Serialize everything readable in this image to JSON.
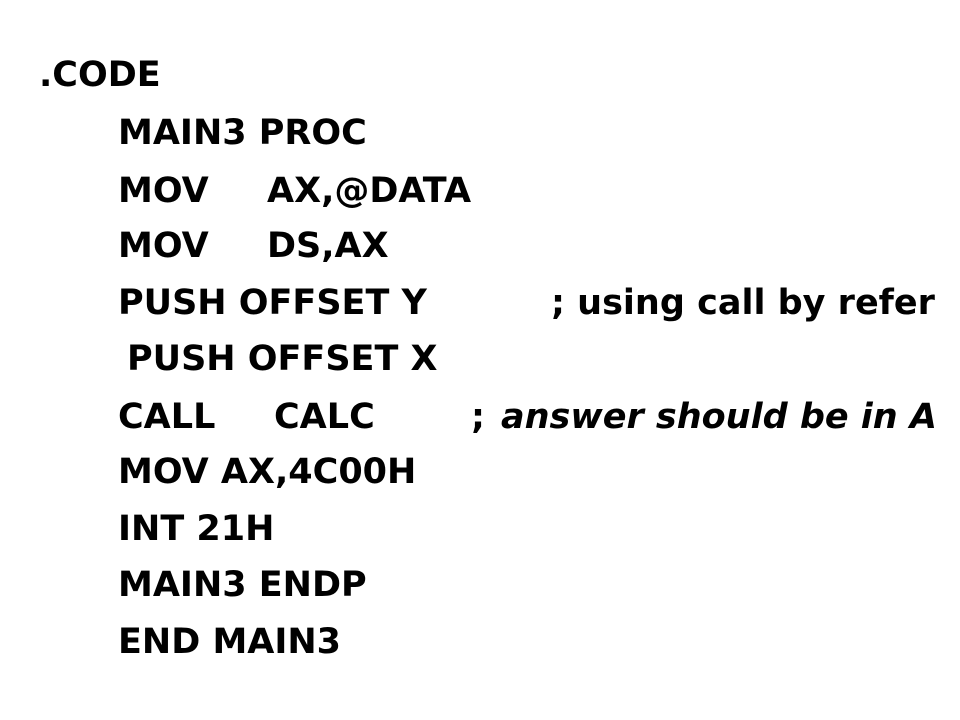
{
  "slide": {
    "lines": [
      {
        "text": ".CODE"
      },
      {
        "text": "MAIN3 PROC"
      },
      {
        "operation": "MOV",
        "operand": "AX,@DATA"
      },
      {
        "operation": "MOV",
        "operand": "DS,AX"
      },
      {
        "text": "PUSH OFFSET  Y",
        "comment": "; using call by refer"
      },
      {
        "text": "PUSH OFFSET  X"
      },
      {
        "operation": "CALL",
        "operand": "CALC",
        "comment_prefix": ";",
        "comment": "answer should be in A"
      },
      {
        "text": "MOV AX,4C00H"
      },
      {
        "text": "INT 21H"
      },
      {
        "text": "MAIN3 ENDP"
      },
      {
        "text": "END MAIN3"
      }
    ]
  }
}
